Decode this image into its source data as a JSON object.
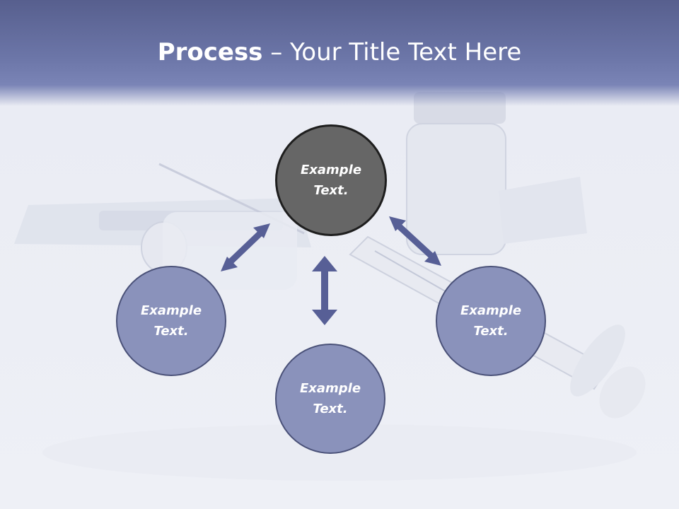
{
  "title": {
    "bold": "Process",
    "rest": " – Your Title Text Here"
  },
  "nodes": {
    "center": "Example Text.",
    "left": "Example Text.",
    "right": "Example Text.",
    "bottom": "Example Text."
  },
  "colors": {
    "title_band": "#6c76a8",
    "center_fill": "#666666",
    "node_fill": "#8a92bb",
    "arrow": "#575f96"
  },
  "icons": {
    "arrows": "double-headed-arrow"
  }
}
